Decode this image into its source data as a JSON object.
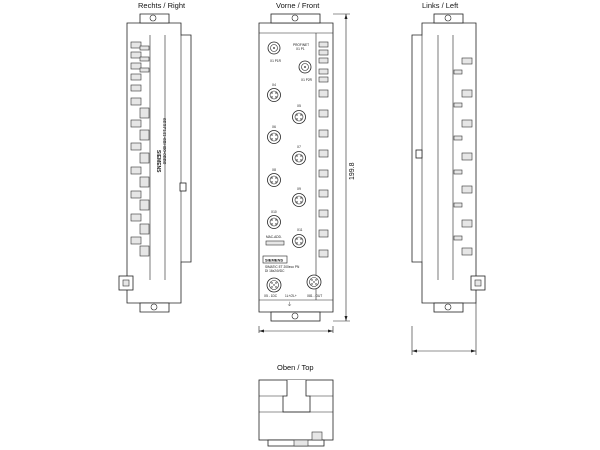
{
  "views": {
    "right_label": "Rechts / Right",
    "front_label": "Vorne / Front",
    "left_label": "Links / Left",
    "top_label": "Oben / Top"
  },
  "front": {
    "brand": "SIEMENS",
    "product_line1": "SIMATIC ET 200eco PN",
    "product_line2": "DI 16x24VDC",
    "port_x1p1": "X1 P1R",
    "port_x1p2": "X1 P2R",
    "profinet_l1": "PROFINET",
    "profinet_l2": "X1 P1",
    "mac_label": "MAC-ADD.",
    "x4": "X4",
    "x5": "X5",
    "x6": "X6",
    "x7": "X7",
    "x8": "X8",
    "x9": "X9",
    "x10": "X10",
    "x11": "X11",
    "supply_in": "X5 - 1DC",
    "supply_mid": "1L+/2L+",
    "supply_out": "X81 - OUT",
    "dimension": "199.8"
  },
  "side": {
    "brand": "SIEMENS",
    "part_number": "6ES7141-6BH00-0BB0"
  }
}
